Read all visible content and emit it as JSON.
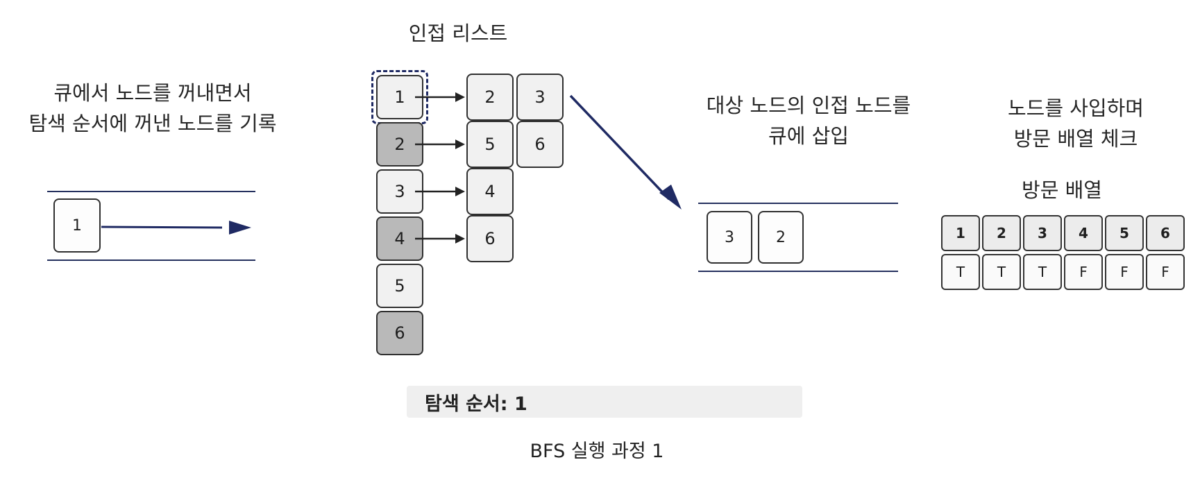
{
  "headings": {
    "dequeue": "큐에서 노드를 꺼내면서\n탐색 순서에 꺼낸 노드를 기록",
    "adjacency": "인접 리스트",
    "enqueue": "대상 노드의 인접 노드를\n큐에 삽입",
    "mark": "노드를 사입하며\n방문 배열 체크",
    "visited": "방문 배열"
  },
  "dequeued_node": "1",
  "adjacency_list": [
    {
      "node": "1",
      "neighbors": [
        "2",
        "3"
      ],
      "shade": "light",
      "current": true
    },
    {
      "node": "2",
      "neighbors": [
        "5",
        "6"
      ],
      "shade": "dark",
      "current": false
    },
    {
      "node": "3",
      "neighbors": [
        "4"
      ],
      "shade": "light",
      "current": false
    },
    {
      "node": "4",
      "neighbors": [
        "6"
      ],
      "shade": "dark",
      "current": false
    },
    {
      "node": "5",
      "neighbors": [],
      "shade": "light",
      "current": false
    },
    {
      "node": "6",
      "neighbors": [],
      "shade": "dark",
      "current": false
    }
  ],
  "queue": [
    "3",
    "2"
  ],
  "visited_array": {
    "nodes": [
      "1",
      "2",
      "3",
      "4",
      "5",
      "6"
    ],
    "values": [
      "T",
      "T",
      "T",
      "F",
      "F",
      "F"
    ]
  },
  "search_order": {
    "label": "탐색 순서: 1"
  },
  "caption": "BFS 실행 과정 1",
  "colors": {
    "arrow": "#1f2a63",
    "queue_line": "#24305e",
    "dark_node": "#b9b9b9",
    "light_node": "#eeeeee"
  }
}
